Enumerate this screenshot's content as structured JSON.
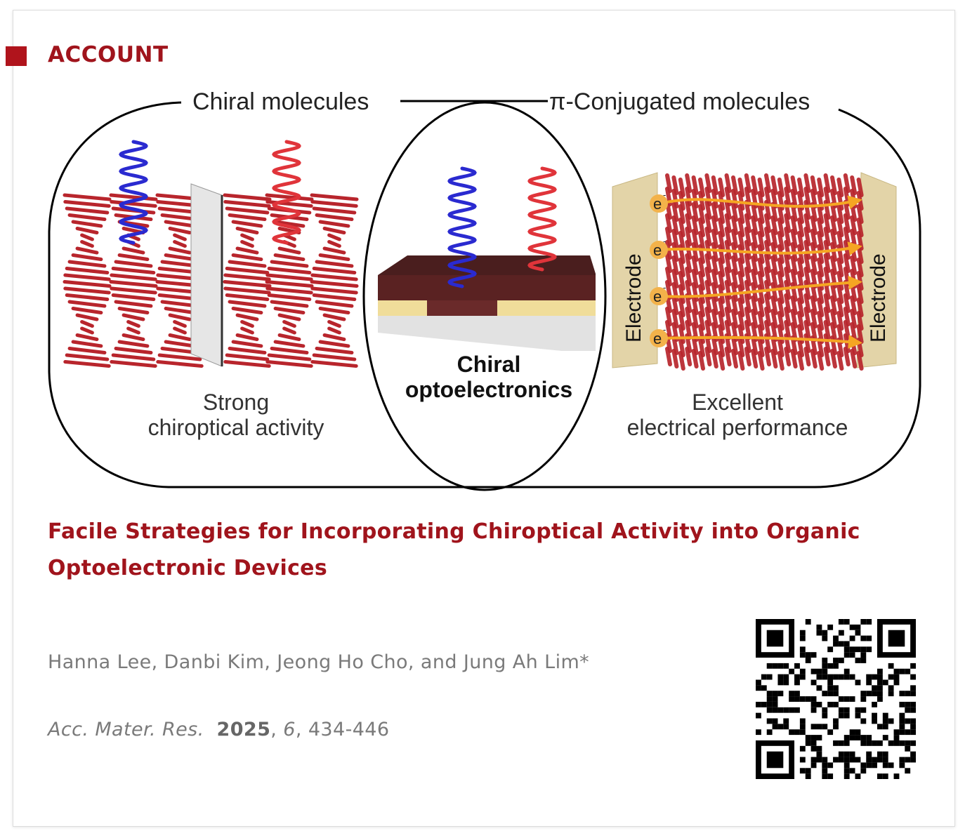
{
  "section_tag": "ACCOUNT",
  "figure": {
    "top_left_label": "Chiral molecules",
    "top_right_label": "π-Conjugated molecules",
    "center_label_line1": "Chiral",
    "center_label_line2": "optoelectronics",
    "left_label_line1": "Strong",
    "left_label_line2": "chiroptical activity",
    "right_label_line1": "Excellent",
    "right_label_line2": "electrical performance",
    "electrode_label": "Electrode",
    "electron_label": "e"
  },
  "article": {
    "title": "Facile Strategies for Incorporating Chiroptical Activity into Organic Optoelectronic Devices",
    "authors": "Hanna Lee, Danbi Kim, Jeong Ho Cho, and Jung Ah Lim*",
    "journal": "Acc. Mater. Res.",
    "year": "2025",
    "volume": "6",
    "pages": "434-446"
  },
  "colors": {
    "accent": "#a0141c",
    "muted_text": "#7a7a7a",
    "helix_blue": "#2a2ad0",
    "helix_red": "#e0343a",
    "strand_red": "#b8252c",
    "electrode": "#e3d4a8",
    "arrow_orange": "#f5a623"
  },
  "icons": {
    "qr": "qr-code-icon"
  }
}
